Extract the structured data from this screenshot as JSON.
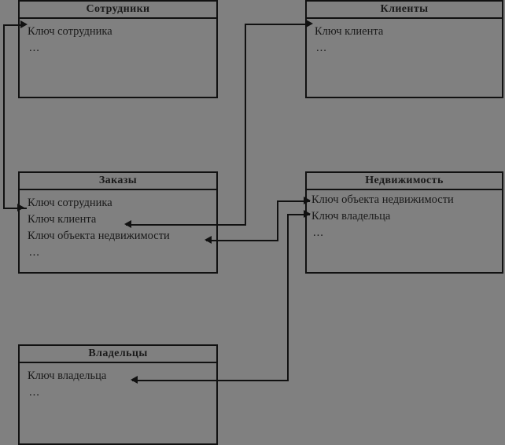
{
  "diagram": {
    "type": "entity-relationship-diagram",
    "background_color": "#808080",
    "line_color": "#111111",
    "text_color": "#1a1a1a",
    "entities": [
      {
        "id": "employees",
        "title": "Сотрудники",
        "attributes": [
          "Ключ сотрудника",
          "..."
        ]
      },
      {
        "id": "clients",
        "title": "Клиенты",
        "attributes": [
          "Ключ клиента",
          "..."
        ]
      },
      {
        "id": "orders",
        "title": "Заказы",
        "attributes": [
          "Ключ сотрудника",
          "Ключ клиента",
          "Ключ объекта недвижимости",
          "..."
        ]
      },
      {
        "id": "realty",
        "title": "Недвижимость",
        "attributes": [
          "Ключ объекта недвижимости",
          "Ключ владельца",
          "..."
        ]
      },
      {
        "id": "owners",
        "title": "Владельцы",
        "attributes": [
          "Ключ владельца",
          "..."
        ]
      }
    ],
    "relationships": [
      {
        "from": "orders.Ключ сотрудника",
        "to": "employees.Ключ сотрудника"
      },
      {
        "from": "clients.Ключ клиента",
        "to": "orders.Ключ клиента"
      },
      {
        "from": "realty.Ключ объекта недвижимости",
        "to": "orders.Ключ объекта недвижимости"
      },
      {
        "from": "realty.Ключ владельца",
        "to": "owners.Ключ владельца"
      }
    ]
  }
}
